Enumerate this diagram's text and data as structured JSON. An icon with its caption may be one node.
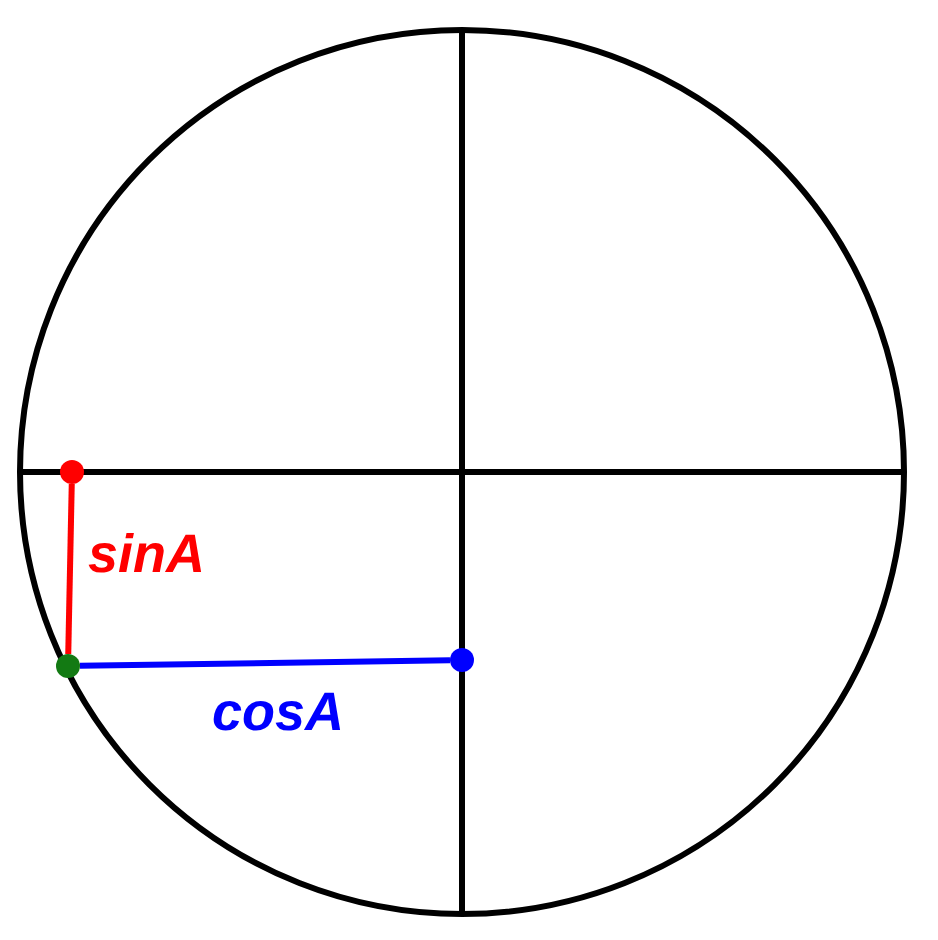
{
  "diagram": {
    "nodes": [
      {
        "text": [],
        "shape": "circle"
      },
      {
        "text": [],
        "shape": "circle"
      },
      {
        "text": [],
        "shape": "circle"
      }
    ],
    "edges": [
      {
        "from": 0,
        "to": 1,
        "arrow": "none",
        "label": "sinA",
        "color": "#ff0000"
      },
      {
        "from": 1,
        "to": 2,
        "arrow": "none",
        "label": "cosA",
        "color": "#0000ff"
      }
    ]
  }
}
